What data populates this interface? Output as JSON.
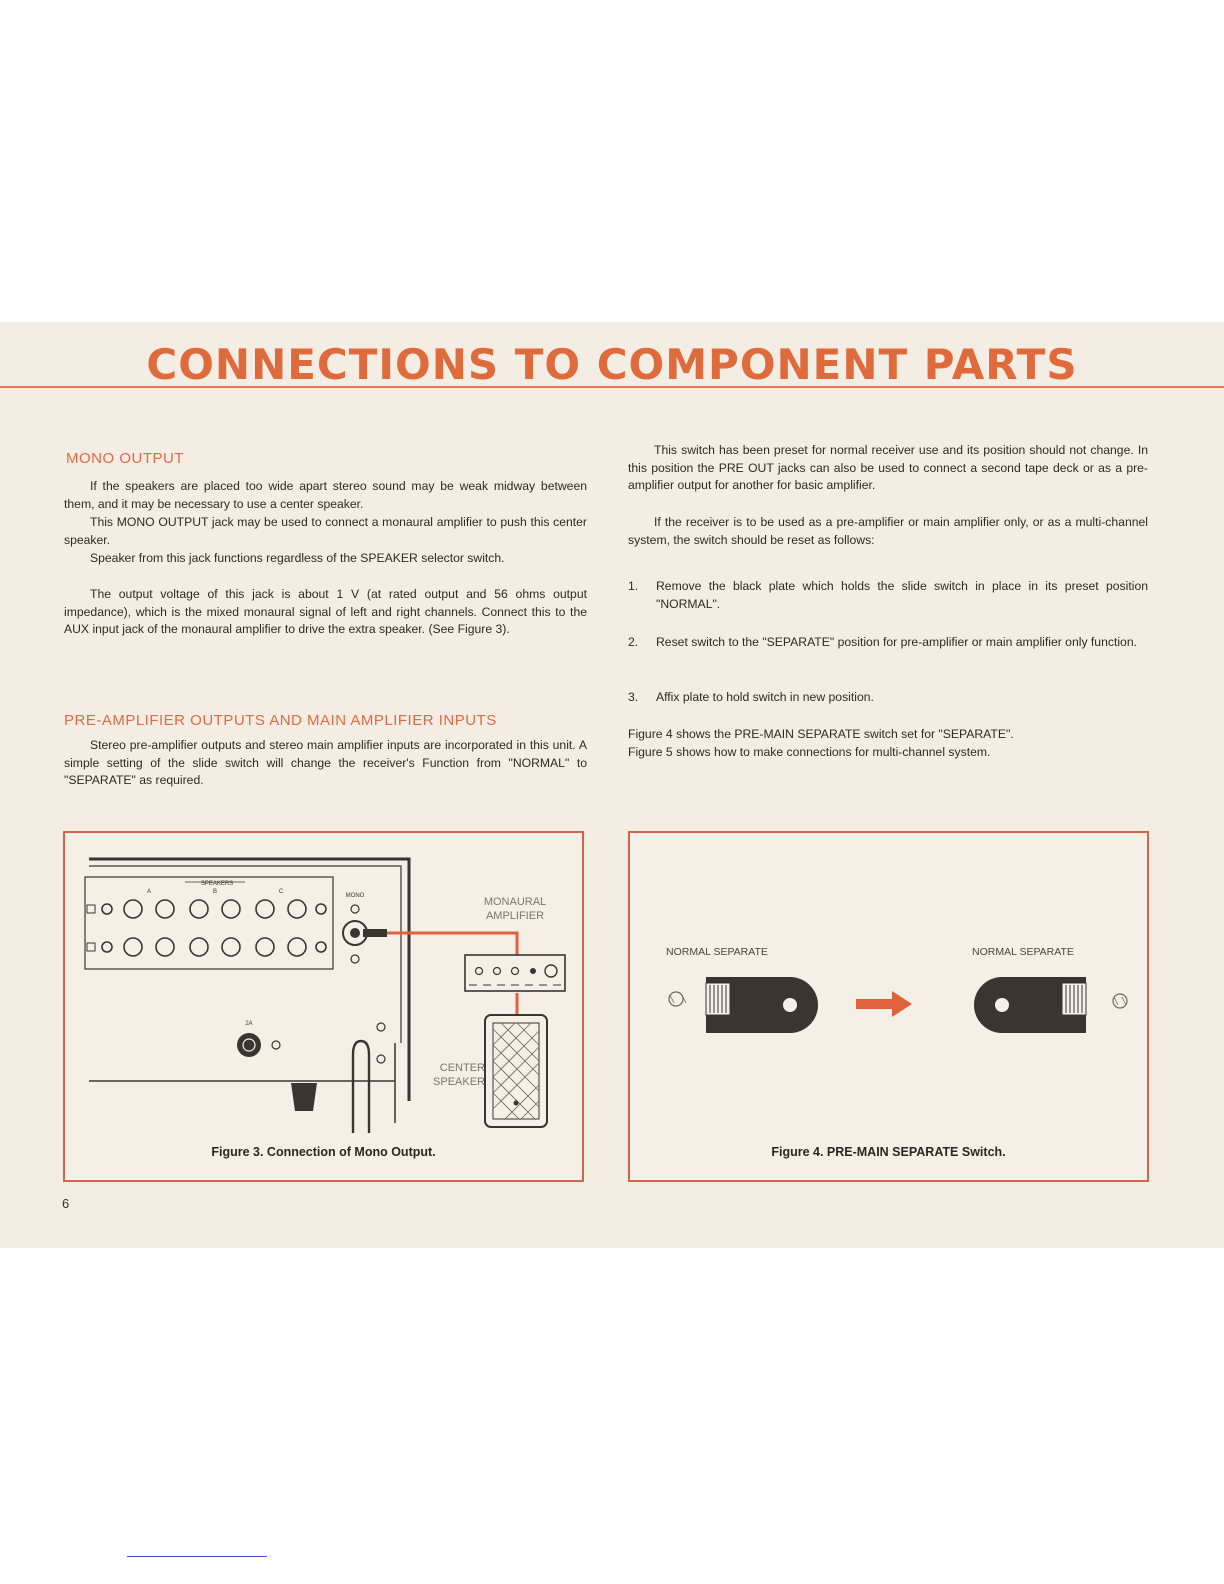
{
  "title": "CONNECTIONS TO COMPONENT PARTS",
  "left": {
    "mono_heading": "MONO OUTPUT",
    "mono_paras": [
      "If the speakers are placed too wide apart stereo sound may be weak midway between them, and it may be necessary to use a center speaker.",
      "This MONO OUTPUT jack may be used to connect a monaural amplifier to push this center speaker.",
      "Speaker from this jack functions regardless of the SPEAKER selector switch.",
      "The output voltage of this jack is about 1 V (at rated output and 56 ohms output impedance), which is the mixed monaural signal of left and right channels. Connect this to the AUX input jack of the monaural amplifier to drive the extra speaker. (See Figure 3)."
    ],
    "pre_heading": "PRE-AMPLIFIER OUTPUTS AND MAIN AMPLIFIER INPUTS",
    "pre_para": "Stereo pre-amplifier outputs and stereo main amplifier inputs are incorporated in this unit. A simple setting of the slide switch will change the receiver's Function from \"NORMAL\" to \"SEPARATE\" as required."
  },
  "right": {
    "intro": "This switch has been preset for normal receiver use and its position should not change. In this position the PRE OUT jacks can also be used to connect a second tape deck or as a pre-amplifier output for another for basic amplifier.",
    "reset": "If the receiver is to be used as a pre-amplifier or main amplifier only, or as a multi-channel system, the switch should be reset as follows:",
    "steps": [
      {
        "num": "1.",
        "text": "Remove the black plate which holds the slide switch in place in its preset position \"NORMAL\"."
      },
      {
        "num": "2.",
        "text": "Reset switch to the \"SEPARATE\" position for pre-amplifier or main amplifier only function."
      },
      {
        "num": "3.",
        "text": "Affix plate to hold switch in new position."
      }
    ],
    "fig_notes": [
      "Figure 4 shows the PRE-MAIN SEPARATE switch set for \"SEPARATE\".",
      "Figure 5 shows how to make connections for multi-channel system."
    ]
  },
  "figure3": {
    "caption": "Figure 3.   Connection of Mono Output.",
    "label_speakers": "SPEAKERS",
    "label_a": "A",
    "label_b": "B",
    "label_c": "C",
    "label_mono": "MONO",
    "label_fuse": "2A",
    "label_amp_1": "MONAURAL",
    "label_amp_2": "AMPLIFIER",
    "label_spk_1": "CENTER",
    "label_spk_2": "SPEAKER"
  },
  "figure4": {
    "caption": "Figure 4.   PRE-MAIN SEPARATE Switch.",
    "left_label": "NORMAL  SEPARATE",
    "right_label": "NORMAL  SEPARATE"
  },
  "page_number": "6",
  "colors": {
    "accent": "#df6a3c",
    "paper": "#f3ede3",
    "frame": "#d4654a"
  }
}
